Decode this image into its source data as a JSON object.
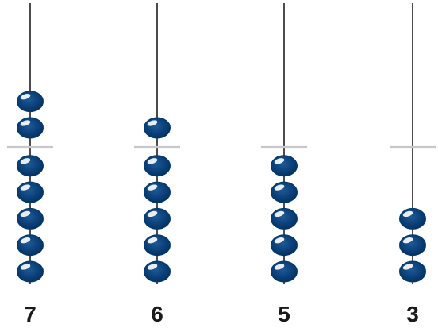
{
  "colors": {
    "rod": "#000000",
    "divider": "#c8c8c8",
    "bead": "#003a6e",
    "bead_highlight": "#ffffff",
    "label": "#1a1a1a"
  },
  "rods": [
    {
      "label": "7",
      "beads_above": 2,
      "beads_below": 5
    },
    {
      "label": "6",
      "beads_above": 1,
      "beads_below": 5
    },
    {
      "label": "5",
      "beads_above": 0,
      "beads_below": 5
    },
    {
      "label": "3",
      "beads_above": 0,
      "beads_below": 3
    }
  ]
}
